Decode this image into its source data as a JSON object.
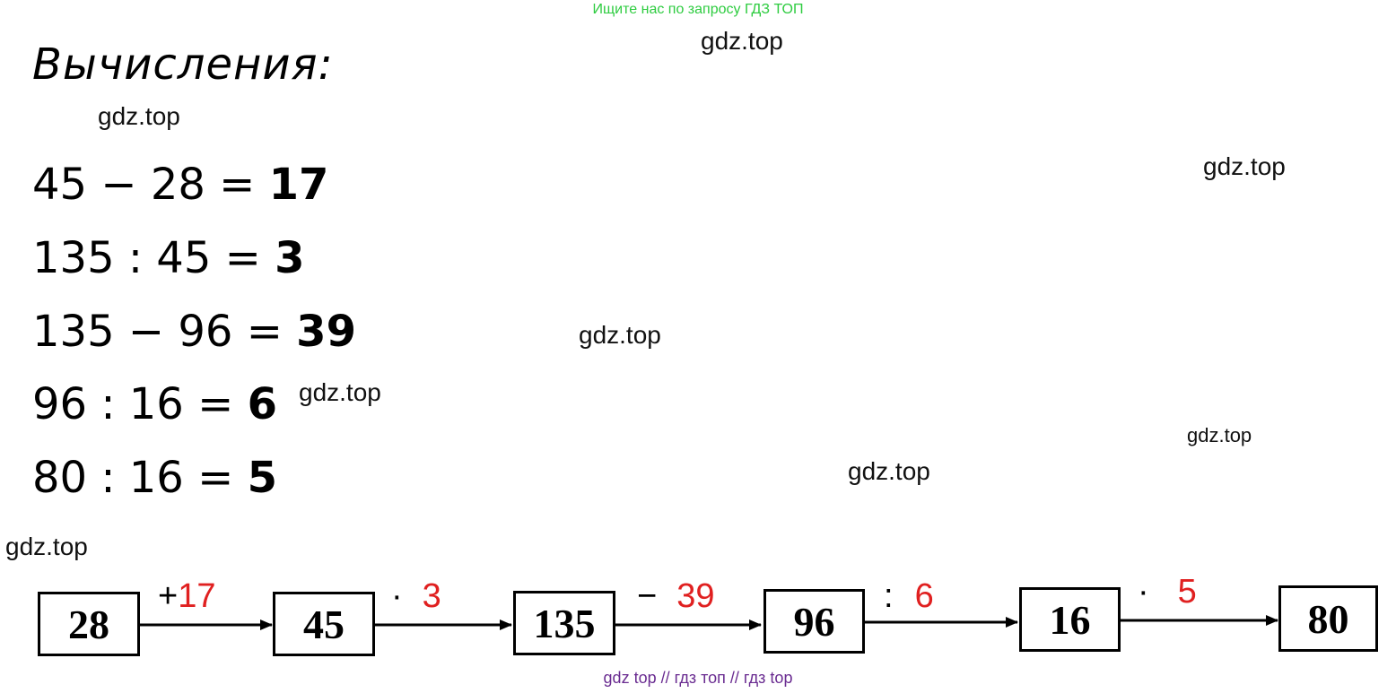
{
  "banner": {
    "text": "Ищите нас по запросу ГДЗ ТОП",
    "color": "#2ecc40"
  },
  "watermark": "gdz.top",
  "heading": "Вычисления:",
  "equations": [
    {
      "expr": "45 − 28 = ",
      "result": "17"
    },
    {
      "expr": "135 : 45 = ",
      "result": "3"
    },
    {
      "expr": "135 − 96 = ",
      "result": "39"
    },
    {
      "expr": "96 : 16 = ",
      "result": "6"
    },
    {
      "expr": "80 : 16 = ",
      "result": "5"
    }
  ],
  "chain": {
    "boxes": [
      "28",
      "45",
      "135",
      "96",
      "16",
      "80"
    ],
    "operations": [
      {
        "sign": "+",
        "value": "17"
      },
      {
        "sign": "·",
        "value": "3"
      },
      {
        "sign": "−",
        "value": "39"
      },
      {
        "sign": ":",
        "value": "6"
      },
      {
        "sign": "·",
        "value": "5"
      }
    ],
    "operand_color": "#e02020"
  },
  "footer": {
    "text": "gdz top  //  гдз топ  //  гдз top",
    "color": "#6a2c91"
  }
}
